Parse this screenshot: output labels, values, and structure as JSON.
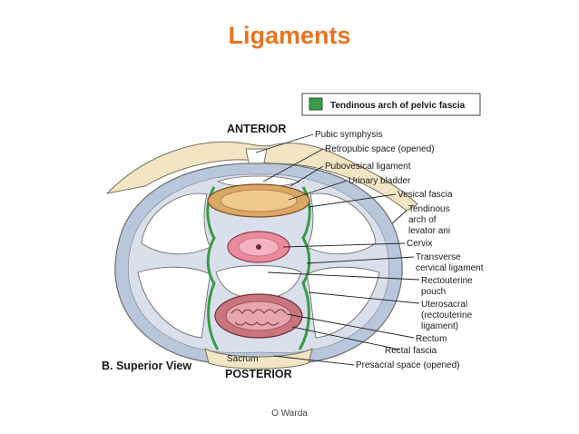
{
  "slide": {
    "title": "Ligaments",
    "footer": "O Warda"
  },
  "diagram": {
    "legend": {
      "swatch_color": "#3a9a48",
      "label": "Tendinous arch of pelvic fascia"
    },
    "orientation": {
      "anterior": "ANTERIOR",
      "posterior": "POSTERIOR"
    },
    "view_caption": "B. Superior View",
    "sacrum_label": "Sacrum",
    "callouts": [
      {
        "text": "Pubic symphysis"
      },
      {
        "text": "Retropubic space (opened)"
      },
      {
        "text": "Pubovesical ligament"
      },
      {
        "text": "Urinary bladder"
      },
      {
        "text": "Vesical fascia"
      },
      {
        "text": "Tendinous"
      },
      {
        "text": "arch of"
      },
      {
        "text": "levator ani"
      },
      {
        "text": "Cervix"
      },
      {
        "text": "Transverse"
      },
      {
        "text": "cervical ligament"
      },
      {
        "text": "Rectouterine"
      },
      {
        "text": "pouch"
      },
      {
        "text": "Uterosacral"
      },
      {
        "text": "(rectouterine"
      },
      {
        "text": "ligament)"
      },
      {
        "text": "Rectum"
      },
      {
        "text": "Rectal fascia"
      },
      {
        "text": "Presacral space (opened)"
      }
    ],
    "colors": {
      "outline": "#6d6d6d",
      "band_blue": "#b9c7dc",
      "band_inner": "#d9e0ec",
      "bone": "#f1e5c4",
      "fascia_green": "#3a9a48",
      "bladder": "#d9a866",
      "cervix": "#e98b9b",
      "rectum": "#c9757d"
    }
  }
}
